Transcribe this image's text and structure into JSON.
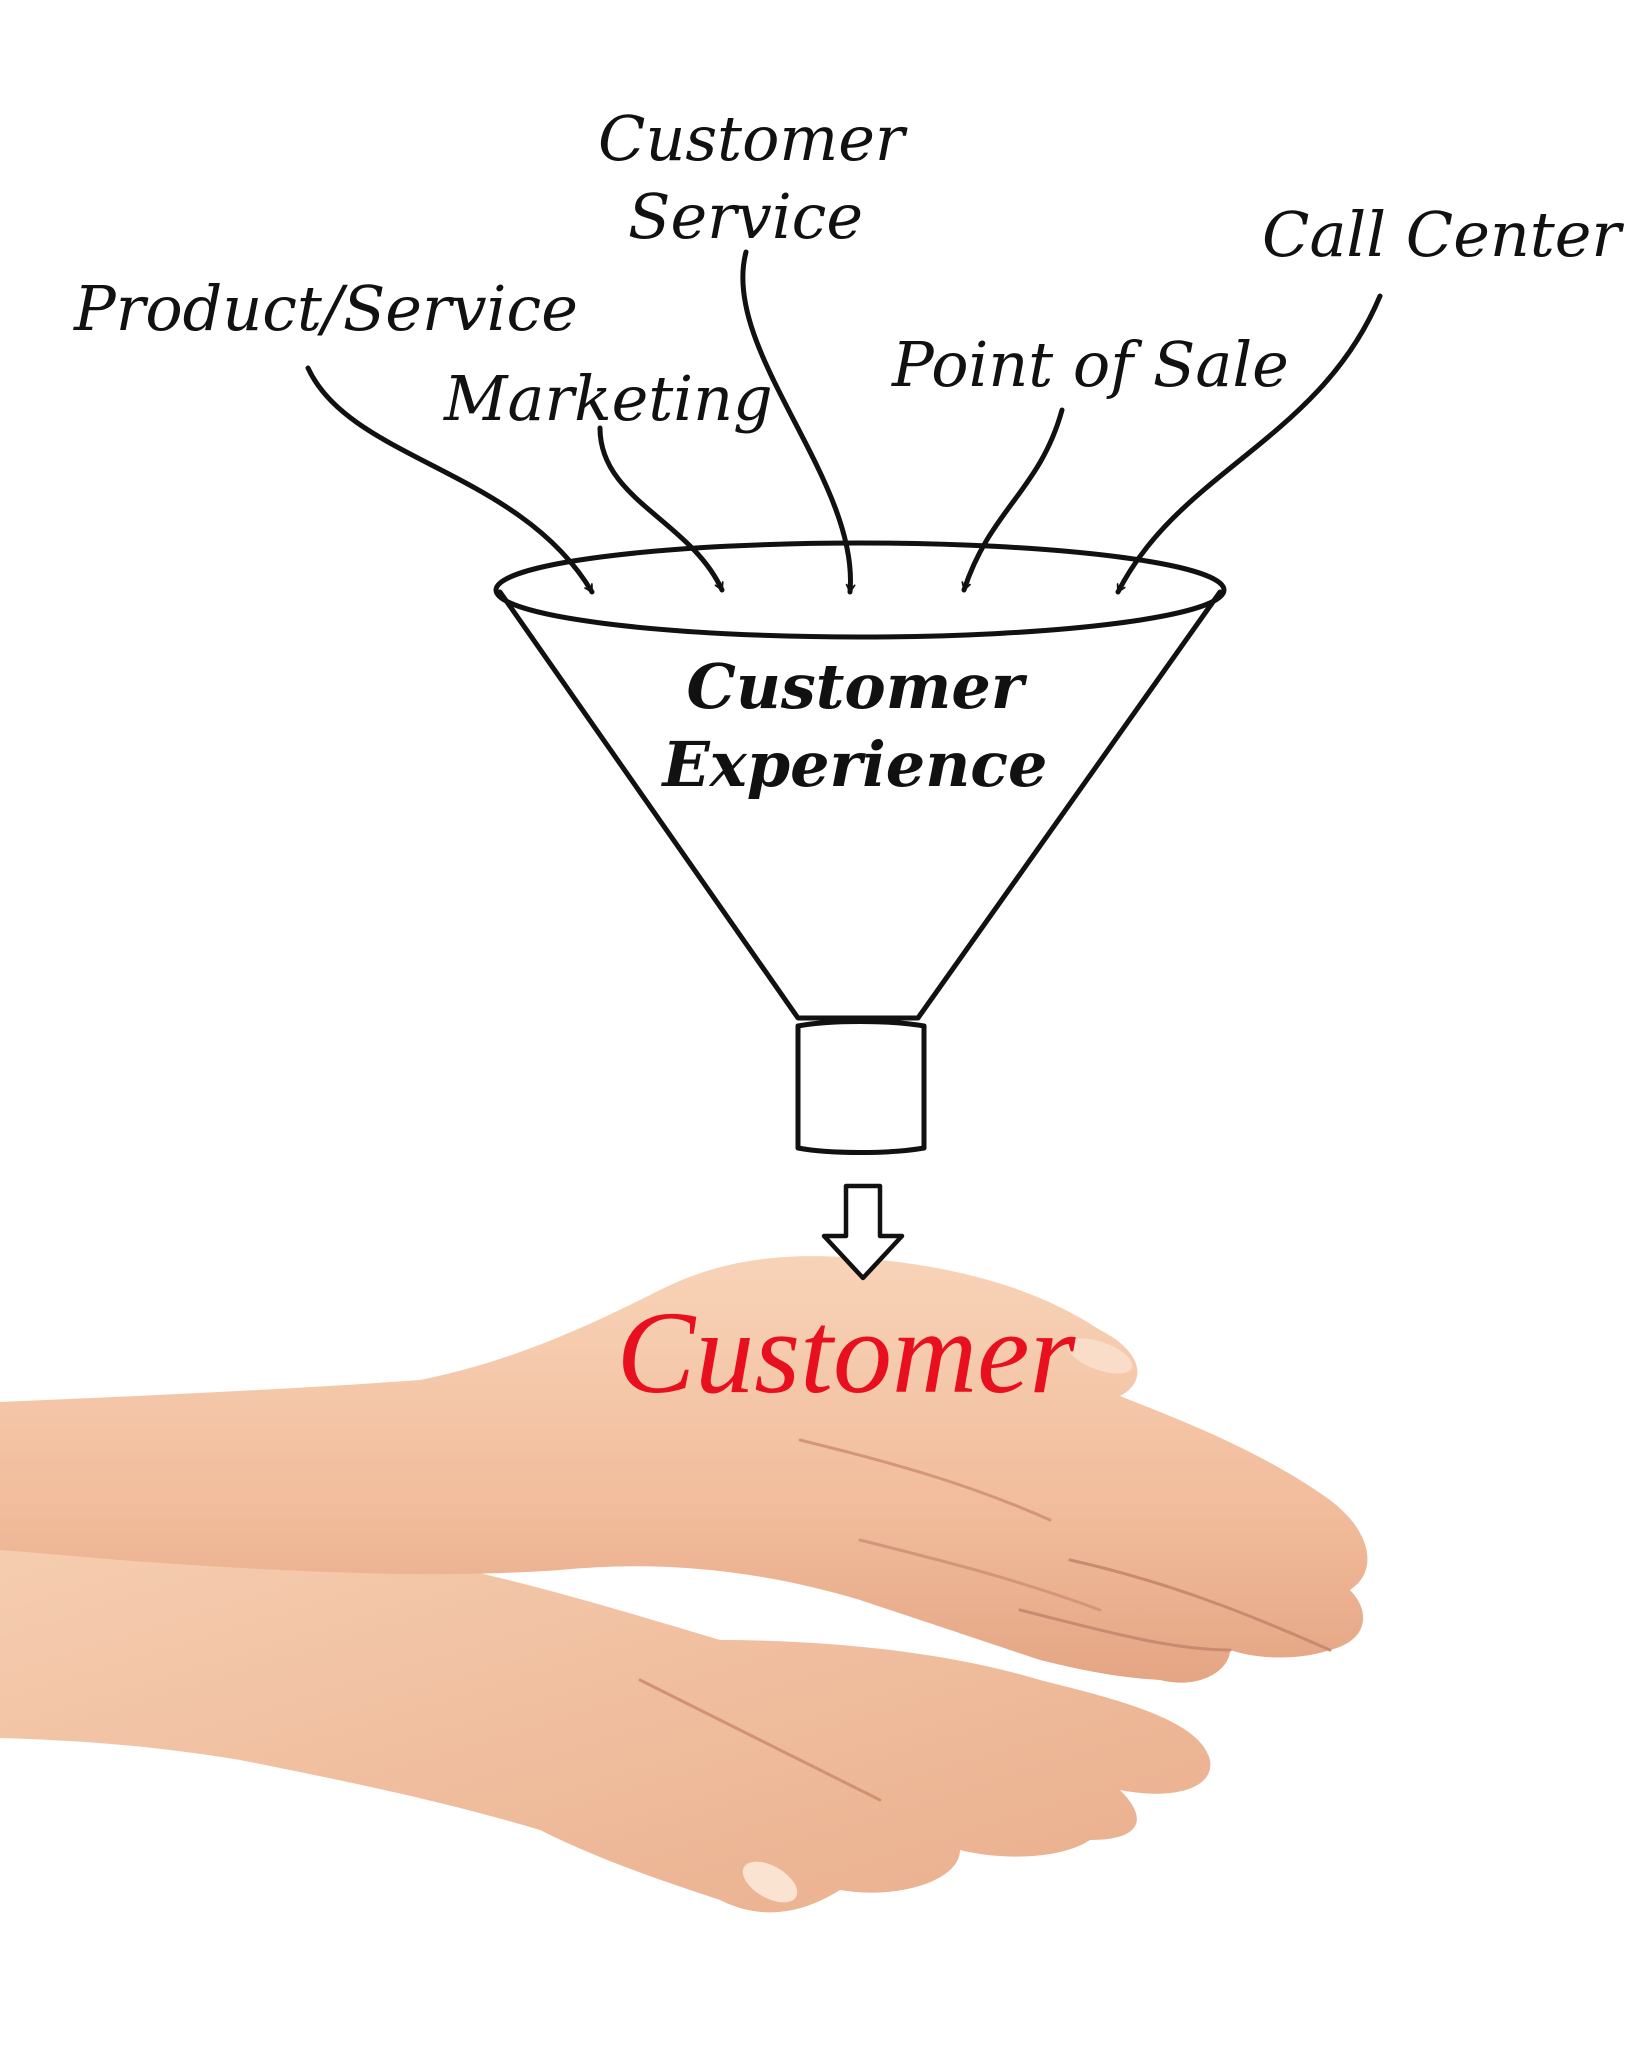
{
  "sources": [
    {
      "id": "product-service",
      "label": "Product/Service"
    },
    {
      "id": "marketing",
      "label": "Marketing"
    },
    {
      "id": "customer-service",
      "lines": [
        "Customer",
        "Service"
      ]
    },
    {
      "id": "point-of-sale",
      "label": "Point of Sale"
    },
    {
      "id": "call-center",
      "label": "Call Center"
    }
  ],
  "funnel": {
    "lines": [
      "Customer",
      "Experience"
    ]
  },
  "target": {
    "label": "Customer",
    "color": "#e8101e"
  },
  "illustration": {
    "hands": "cupped-hands-photo"
  },
  "colors": {
    "ink": "#111111",
    "accent": "#e8101e",
    "skin": "#f4c4a4"
  }
}
